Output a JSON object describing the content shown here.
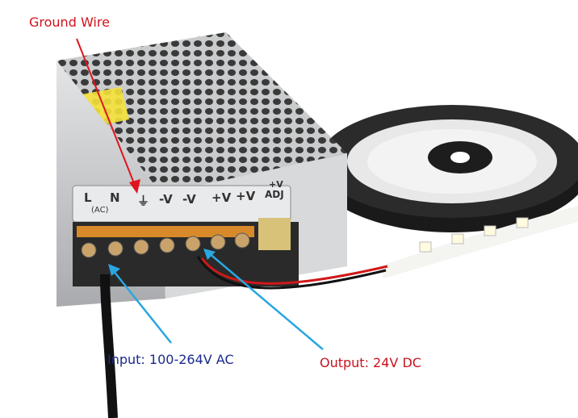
{
  "annotations": {
    "ground_wire": "Ground Wire",
    "input": "Input: 100-264V AC",
    "output": "Output: 24V DC"
  },
  "terminal_labels": {
    "l": "L",
    "n": "N",
    "ac": "(AC)",
    "v_minus_1": "-V",
    "v_minus_2": "-V",
    "v_plus_1": "+V",
    "v_plus_2": "+V",
    "adj_top": "+V",
    "adj_bottom": "ADJ"
  },
  "colors": {
    "ground_label": "#d0131a",
    "input_label": "#1a2a8c",
    "output_label": "#c8141e",
    "arrow_red": "#e0141e",
    "arrow_blue": "#2aa6e0"
  }
}
